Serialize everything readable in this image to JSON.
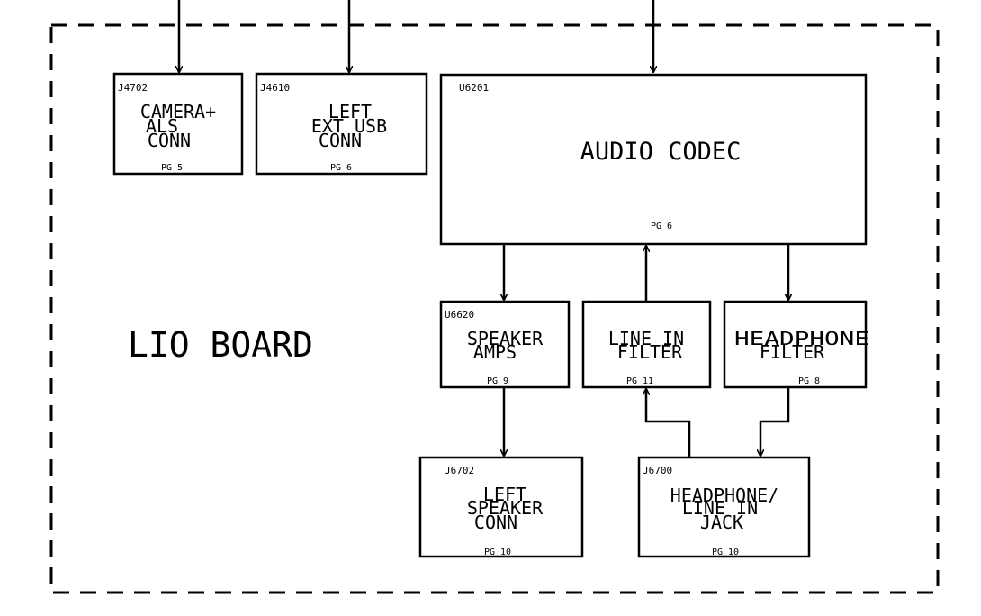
{
  "diagram": {
    "board_label": "LIO BOARD",
    "blocks": {
      "camera": {
        "ref": "J4702",
        "lines": [
          "CAMERA+",
          "ALS",
          "CONN"
        ],
        "page": "PG 5"
      },
      "usb": {
        "ref": "J4610",
        "lines": [
          "LEFT",
          "EXT USB",
          "CONN"
        ],
        "page": "PG 6"
      },
      "codec": {
        "ref": "U6201",
        "lines": [
          "AUDIO CODEC"
        ],
        "page": "PG 6"
      },
      "speaker_amps": {
        "ref": "U6620",
        "lines": [
          "SPEAKER",
          "AMPS"
        ],
        "page": "PG 9"
      },
      "line_in_filter": {
        "ref": "",
        "lines": [
          "LINE IN",
          "FILTER"
        ],
        "page": "PG 11"
      },
      "headphone_filter": {
        "ref": "",
        "lines": [
          "HEADPHONE",
          "FILTER"
        ],
        "page": "PG 8"
      },
      "left_speaker": {
        "ref": "J6702",
        "lines": [
          "LEFT",
          "SPEAKER",
          "CONN"
        ],
        "page": "PG 10"
      },
      "hp_jack": {
        "ref": "J6700",
        "lines": [
          "HEADPHONE/",
          "LINE IN",
          "JACK"
        ],
        "page": "PG 10"
      }
    }
  }
}
